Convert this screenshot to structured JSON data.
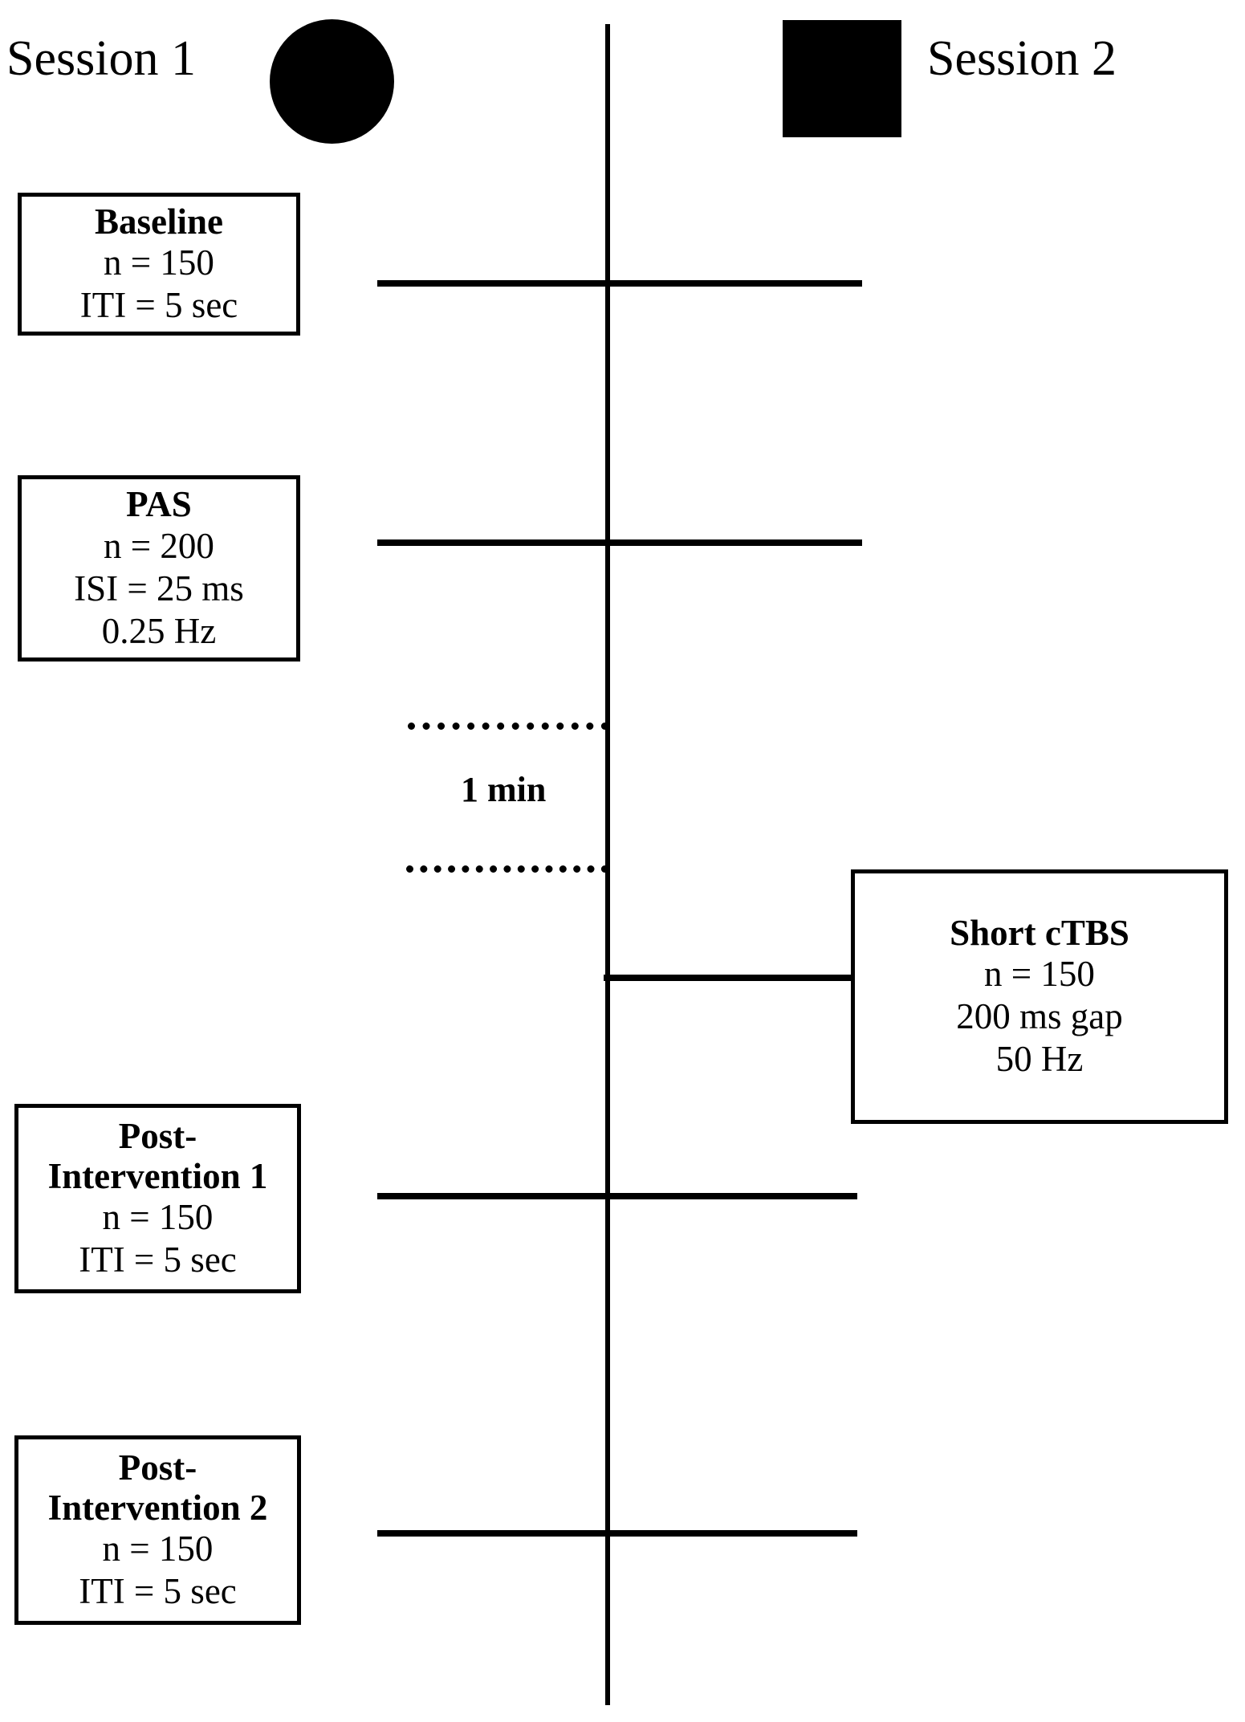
{
  "legend": {
    "session1_label": "Session 1",
    "session2_label": "Session 2",
    "session1_marker": "filled-circle",
    "session2_marker": "filled-square"
  },
  "timeline": {
    "gap_label": "1 min",
    "axis_color": "#000000"
  },
  "stages": [
    {
      "id": "baseline",
      "title": "Baseline",
      "lines": [
        "n = 150",
        "ITI = 5 sec"
      ],
      "session": "Session 1"
    },
    {
      "id": "pas",
      "title": "PAS",
      "lines": [
        "n = 200",
        "ISI = 25 ms",
        "0.25 Hz"
      ],
      "session": "Session 1"
    },
    {
      "id": "ctbs",
      "title": "Short cTBS",
      "lines": [
        "n = 150",
        "200 ms gap",
        "50 Hz"
      ],
      "session": "Session 2"
    },
    {
      "id": "post1",
      "title_line1": "Post-",
      "title_line2": "Intervention 1",
      "lines": [
        "n = 150",
        "ITI = 5 sec"
      ],
      "session": "Session 1"
    },
    {
      "id": "post2",
      "title_line1": "Post-",
      "title_line2": "Intervention 2",
      "lines": [
        "n = 150",
        "ITI = 5 sec"
      ],
      "session": "Session 1"
    }
  ]
}
